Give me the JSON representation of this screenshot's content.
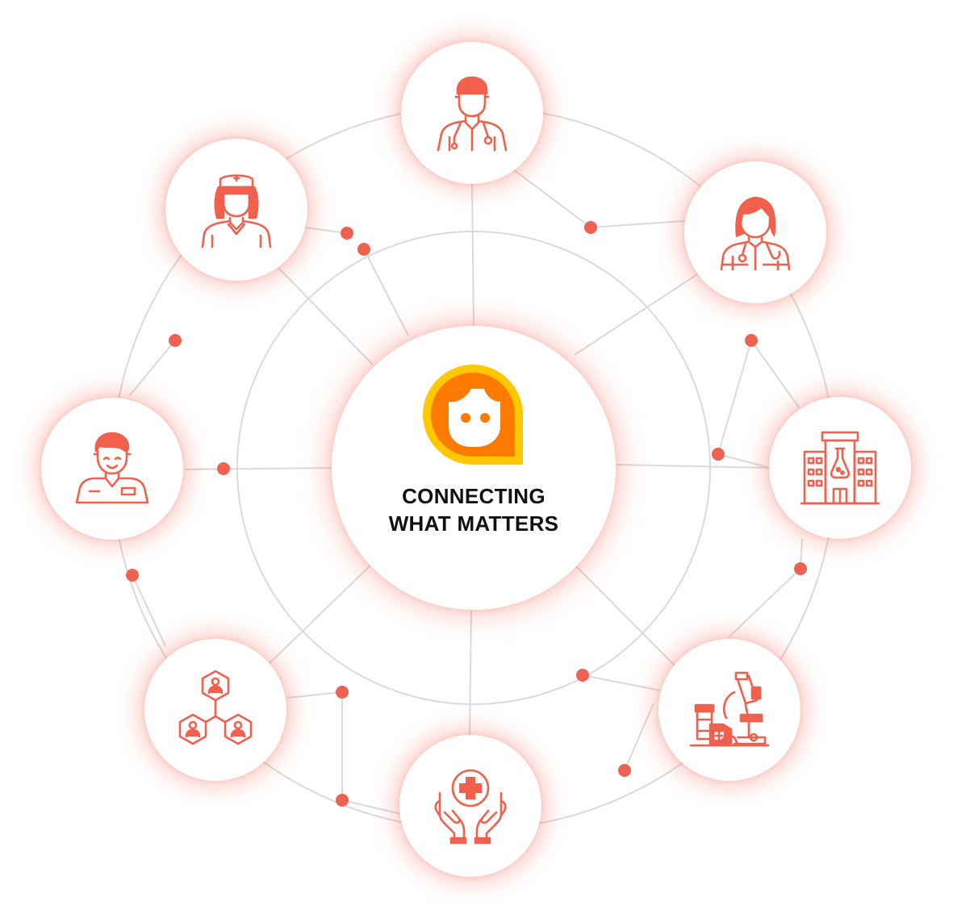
{
  "hub": {
    "logo_icon": "smiling-face-chat-bubble-logo",
    "tagline_line1": "CONNECTING",
    "tagline_line2": "WHAT MATTERS"
  },
  "nodes": [
    {
      "id": "doctor",
      "icon": "male-doctor-icon"
    },
    {
      "id": "female-doctor",
      "icon": "female-doctor-icon"
    },
    {
      "id": "laboratory",
      "icon": "laboratory-building-icon"
    },
    {
      "id": "pharma-lab",
      "icon": "microscope-medicine-icon"
    },
    {
      "id": "care",
      "icon": "caring-hands-medical-cross-icon"
    },
    {
      "id": "network",
      "icon": "people-network-icon"
    },
    {
      "id": "staff",
      "icon": "medical-staff-icon"
    },
    {
      "id": "nurse",
      "icon": "nurse-icon"
    }
  ],
  "colors": {
    "accent": "#F0604D",
    "dot": "#EE6252",
    "line": "#DADADA",
    "glow": "#F46E5C",
    "logo_orange": "#FF7A00",
    "logo_yellow": "#FFC800",
    "text": "#111111"
  }
}
